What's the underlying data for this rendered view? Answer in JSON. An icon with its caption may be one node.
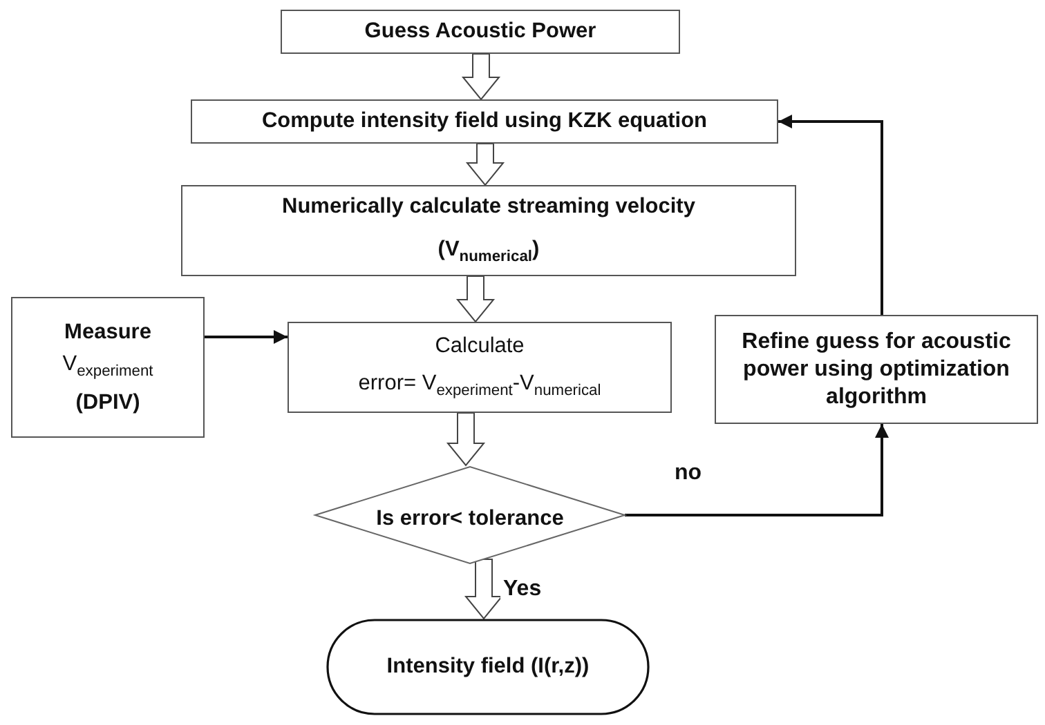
{
  "diagram": {
    "nodes": [
      {
        "text": [
          "Guess Acoustic Power"
        ]
      },
      {
        "text": [
          "Compute intensity field using KZK equation"
        ]
      },
      {
        "text": [
          "Numerically calculate streaming velocity",
          "(V$_{numerical}$)"
        ]
      },
      {
        "text": [
          "Measure",
          "V$_{experiment}$",
          "(DPIV)"
        ]
      },
      {
        "text": [
          "Calculate",
          "error= V$_{experiment}$-V$_{numerical}$"
        ]
      },
      {
        "text": [
          "Refine guess for acoustic power using optimization algorithm"
        ]
      },
      {
        "text": [
          "Is error< tolerance"
        ]
      },
      {
        "text": [
          "Intensity field (I(r,z))"
        ]
      }
    ],
    "edges": [
      {
        "from": 0,
        "to": 1,
        "arrow": "to"
      },
      {
        "from": 1,
        "to": 2,
        "arrow": "to"
      },
      {
        "from": 2,
        "to": 4,
        "arrow": "to"
      },
      {
        "from": 3,
        "to": 4,
        "arrow": "to"
      },
      {
        "from": 4,
        "to": 6,
        "arrow": "to"
      },
      {
        "from": 6,
        "to": 5,
        "label": "no",
        "arrow": "to"
      },
      {
        "from": 5,
        "to": 1,
        "arrow": "to"
      },
      {
        "from": 6,
        "to": 7,
        "label": "Yes",
        "arrow": "to"
      }
    ]
  }
}
